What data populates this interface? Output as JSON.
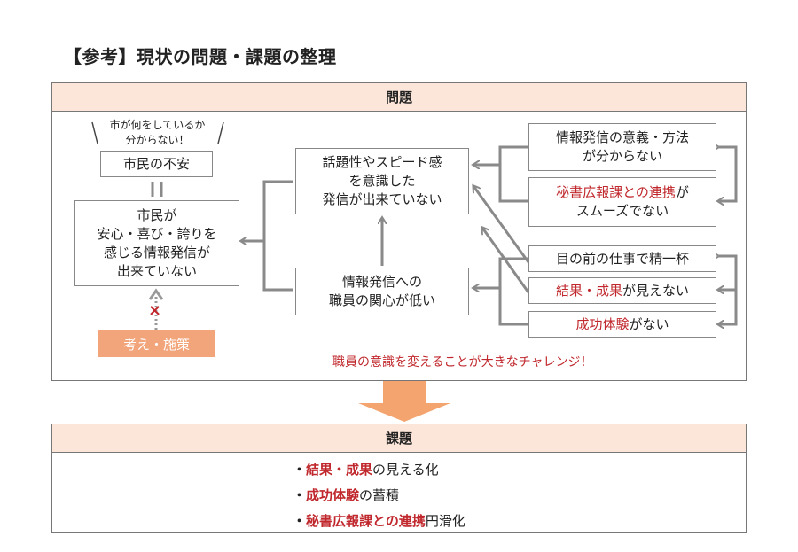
{
  "title": "【参考】現状の問題・課題の整理",
  "problems_panel": {
    "header": "問題",
    "speech_line1": "市が何をしているか",
    "speech_line2": "分からない！",
    "citizen_anxiety": "市民の不安",
    "citizen_box": {
      "line1": "市民が",
      "line2": "安心・喜び・誇りを",
      "line3": "感じる情報発信が",
      "line4": "出来ていない"
    },
    "cross_mark": "×",
    "ideas_box": "考え・施策",
    "topicality_box": {
      "line1": "話題性やスピード感",
      "line2": "を意識した",
      "line3": "発信が出来ていない"
    },
    "staff_interest_box": {
      "line1": "情報発信への",
      "line2": "職員の関心が低い"
    },
    "cause_meaning_box": {
      "line1": "情報発信の意義・方法",
      "line2": "が分からない"
    },
    "cause_secretary_box": {
      "highlight": "秘書広報課との連携",
      "rest": "が",
      "line2": "スムーズでない"
    },
    "cause_busy_box": "目の前の仕事で精一杯",
    "cause_results_box": {
      "highlight": "結果・成果",
      "rest": "が見えない"
    },
    "cause_success_box": {
      "highlight": "成功体験",
      "rest": "がない"
    },
    "challenge_note": "職員の意識を変えることが大きなチャレンジ！"
  },
  "issues_panel": {
    "header": "課題",
    "items": [
      {
        "bullet": "・",
        "highlight": "結果・成果",
        "rest": "の見える化"
      },
      {
        "bullet": "・",
        "highlight": "成功体験",
        "rest": "の蓄積"
      },
      {
        "bullet": "・",
        "highlight": "秘書広報課との連携",
        "rest": "円滑化"
      }
    ]
  },
  "colors": {
    "header_bg": "#fbe6d9",
    "accent_red": "#c0282d",
    "orange_box": "#f2a57b",
    "arrow_orange": "#f4a46e",
    "connector_gray": "#8a8a8a"
  }
}
